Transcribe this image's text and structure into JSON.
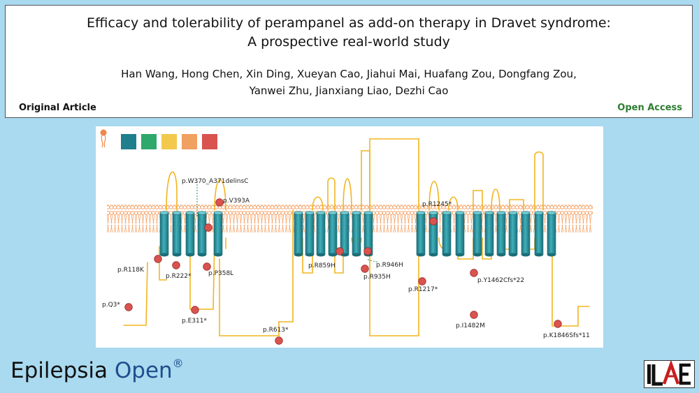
{
  "header": {
    "title_line1": "Efficacy and tolerability of perampanel as add-on therapy in Dravet syndrome:",
    "title_line2": "A prospective real-world study",
    "authors_line1": "Han Wang, Hong Chen, Xin Ding, Xueyan Cao, Jiahui Mai, Huafang Zou, Dongfang Zou,",
    "authors_line2": "Yanwei Zhu, Jianxiang Liao, Dezhi Cao",
    "article_type": "Original Article",
    "access": "Open Access"
  },
  "figure": {
    "legend_colors": [
      "#1f7f8c",
      "#2ea86b",
      "#f2c94c",
      "#f0a060",
      "#d9534f"
    ],
    "colors": {
      "helix": "#2e9aa6",
      "helix_dark": "#1c6e78",
      "lipid": "#f4a46a",
      "loop": "#f2b51f",
      "mutation": "#d9534f",
      "connector": "#2e8b57"
    },
    "mutations": [
      {
        "label": "p.W370_A371delinsC"
      },
      {
        "label": "p.V393A"
      },
      {
        "label": "p.R1245*"
      },
      {
        "label": "p.R118K"
      },
      {
        "label": "p.R222*"
      },
      {
        "label": "p.P358L"
      },
      {
        "label": "p.R859H"
      },
      {
        "label": "p.R946H"
      },
      {
        "label": "p.R935H"
      },
      {
        "label": "p.R1217*"
      },
      {
        "label": "p.Y1462Cfs*22"
      },
      {
        "label": "p.Q3*"
      },
      {
        "label": "p.E311*"
      },
      {
        "label": "p.R613*"
      },
      {
        "label": "p.I1482M"
      },
      {
        "label": "p.K1846Sfs*11"
      }
    ]
  },
  "footer": {
    "journal_part1": "Epilepsia ",
    "journal_part2": "Open",
    "registered": "®",
    "logo_text": "ILAE"
  }
}
